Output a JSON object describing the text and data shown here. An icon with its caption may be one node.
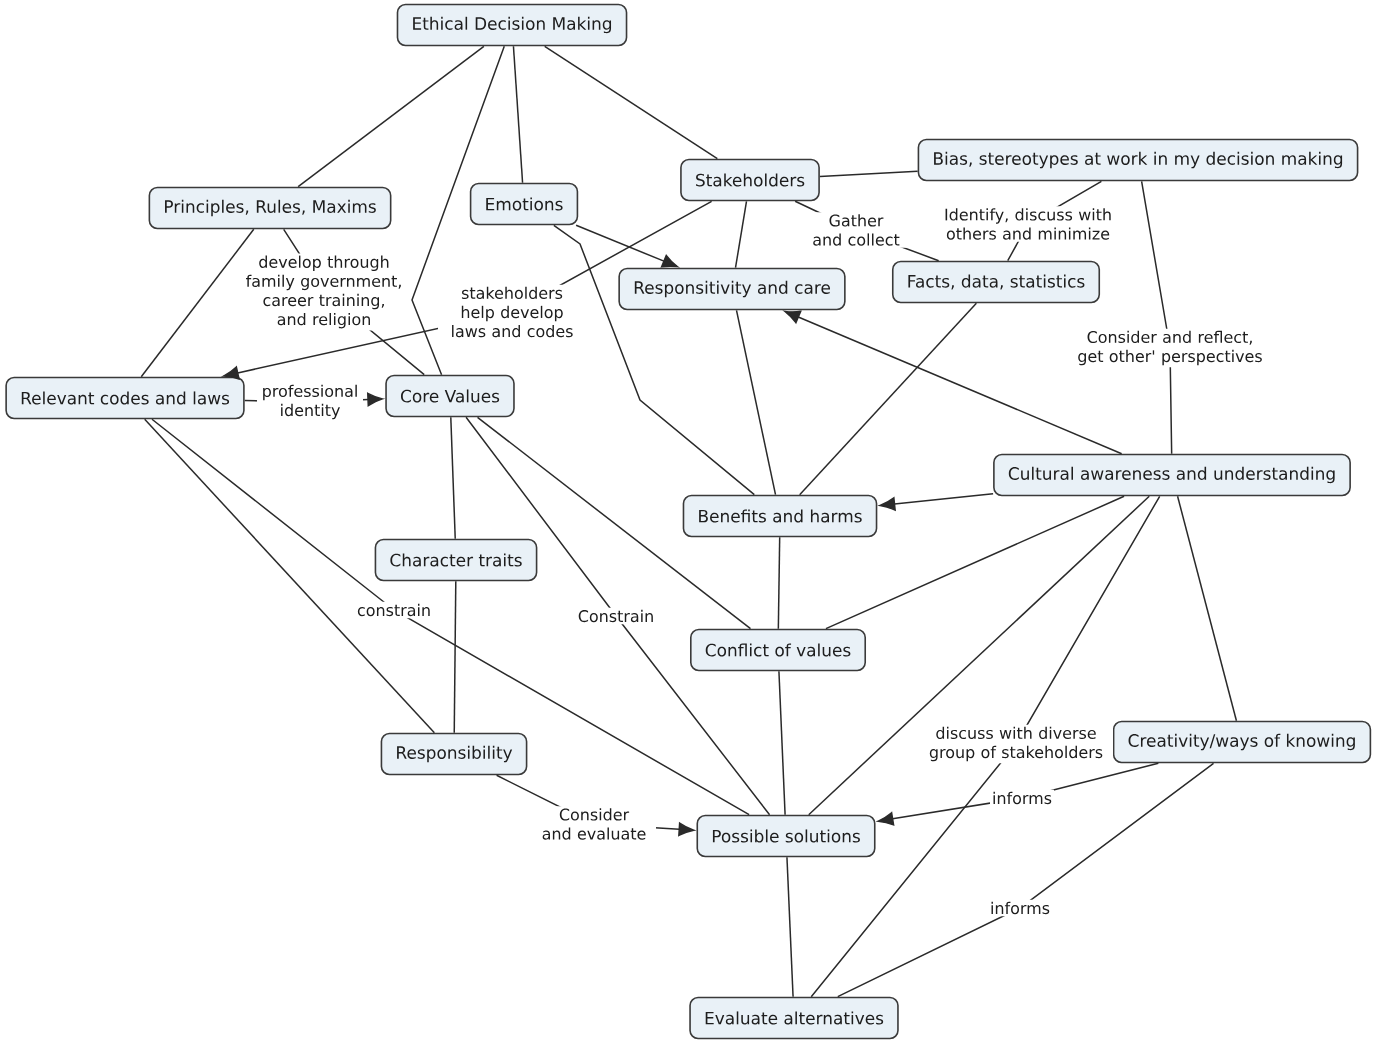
{
  "diagram": {
    "nodes": [
      {
        "text": [
          "Ethical Decision Making"
        ]
      },
      {
        "text": [
          "Principles, Rules, Maxims"
        ]
      },
      {
        "text": [
          "Emotions"
        ]
      },
      {
        "text": [
          "Stakeholders"
        ]
      },
      {
        "text": [
          "Bias, stereotypes at work in my decision making"
        ]
      },
      {
        "text": [
          "Responsitivity and care"
        ]
      },
      {
        "text": [
          "Facts, data, statistics"
        ]
      },
      {
        "text": [
          "Relevant codes and laws"
        ]
      },
      {
        "text": [
          "Core Values"
        ]
      },
      {
        "text": [
          "Cultural awareness and understanding"
        ]
      },
      {
        "text": [
          "Benefits and harms"
        ]
      },
      {
        "text": [
          "Character traits"
        ]
      },
      {
        "text": [
          "Conflict of values"
        ]
      },
      {
        "text": [
          "Creativity/ways of knowing"
        ]
      },
      {
        "text": [
          "Responsibility"
        ]
      },
      {
        "text": [
          "Possible solutions"
        ]
      },
      {
        "text": [
          "Evaluate alternatives"
        ]
      }
    ],
    "edges": [
      {
        "from": 0,
        "to": 1,
        "arrow": "none"
      },
      {
        "from": 0,
        "to": 8,
        "arrow": "none"
      },
      {
        "from": 0,
        "to": 2,
        "arrow": "none"
      },
      {
        "from": 0,
        "to": 3,
        "arrow": "none"
      },
      {
        "from": 1,
        "to": 7,
        "arrow": "none"
      },
      {
        "from": 1,
        "to": 8,
        "arrow": "none",
        "label": "develop through family government, career training, and religion"
      },
      {
        "from": 3,
        "to": 7,
        "arrow": "to",
        "label": "stakeholders help develop laws and codes"
      },
      {
        "from": 3,
        "to": 4,
        "arrow": "none"
      },
      {
        "from": 3,
        "to": 6,
        "arrow": "none",
        "label": "Gather and collect"
      },
      {
        "from": 3,
        "to": 5,
        "arrow": "none"
      },
      {
        "from": 2,
        "to": 5,
        "arrow": "to"
      },
      {
        "from": 2,
        "to": 10,
        "arrow": "none"
      },
      {
        "from": 4,
        "to": 6,
        "arrow": "none",
        "label": "Identify, discuss with others and minimize"
      },
      {
        "from": 4,
        "to": 9,
        "arrow": "none",
        "label": "Consider and reflect, get other' perspectives"
      },
      {
        "from": 5,
        "to": 10,
        "arrow": "none"
      },
      {
        "from": 6,
        "to": 10,
        "arrow": "none"
      },
      {
        "from": 7,
        "to": 8,
        "arrow": "to",
        "label": "professional identity"
      },
      {
        "from": 7,
        "to": 14,
        "arrow": "none"
      },
      {
        "from": 7,
        "to": 15,
        "arrow": "none",
        "label": "constrain"
      },
      {
        "from": 8,
        "to": 11,
        "arrow": "none"
      },
      {
        "from": 8,
        "to": 12,
        "arrow": "none"
      },
      {
        "from": 8,
        "to": 15,
        "arrow": "none",
        "label": "Constrain"
      },
      {
        "from": 9,
        "to": 5,
        "arrow": "to"
      },
      {
        "from": 9,
        "to": 10,
        "arrow": "to"
      },
      {
        "from": 9,
        "to": 12,
        "arrow": "none"
      },
      {
        "from": 9,
        "to": 15,
        "arrow": "none"
      },
      {
        "from": 9,
        "to": 16,
        "arrow": "none",
        "label": "discuss with diverse group of stakeholders"
      },
      {
        "from": 9,
        "to": 13,
        "arrow": "none"
      },
      {
        "from": 10,
        "to": 12,
        "arrow": "none"
      },
      {
        "from": 11,
        "to": 14,
        "arrow": "none"
      },
      {
        "from": 12,
        "to": 15,
        "arrow": "none"
      },
      {
        "from": 14,
        "to": 15,
        "arrow": "to",
        "label": "Consider and evaluate"
      },
      {
        "from": 13,
        "to": 15,
        "arrow": "to",
        "label": "informs"
      },
      {
        "from": 13,
        "to": 16,
        "arrow": "none",
        "label": "informs"
      },
      {
        "from": 15,
        "to": 16,
        "arrow": "none"
      }
    ]
  }
}
